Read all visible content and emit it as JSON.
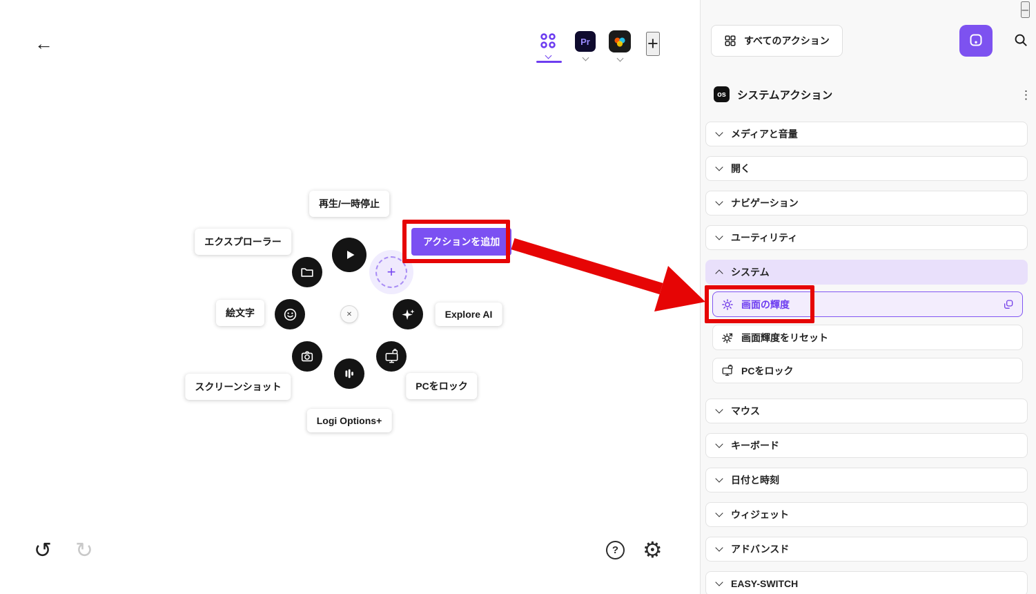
{
  "colors": {
    "accent": "#7646f0",
    "accent_light": "#e9e0fb",
    "annotation_red": "#e60505",
    "ring_circle": "#141414"
  },
  "icons": {
    "back": "←",
    "add_tab": "+",
    "plus_slot": "+",
    "close_center": "✕",
    "undo": "↺",
    "redo": "↻",
    "help": "?",
    "gear": "⚙",
    "kebab": "⋮",
    "minimize": "–"
  },
  "canvas": {
    "tabs": {
      "premiere_label": "Pr"
    },
    "ring": {
      "play_label": "再生/一時停止",
      "explorer_label": "エクスプローラー",
      "emoji_label": "絵文字",
      "screenshot_label": "スクリーンショット",
      "logi_label": "Logi Options+",
      "lock_label": "PCをロック",
      "ai_label": "Explore AI",
      "add_action_label": "アクションを追加"
    }
  },
  "sidebar": {
    "all_actions_label": "すべてのアクション",
    "header": {
      "badge": "os",
      "title": "システムアクション"
    },
    "groups": [
      {
        "label": "メディアと音量"
      },
      {
        "label": "開く"
      },
      {
        "label": "ナビゲーション"
      },
      {
        "label": "ユーティリティ"
      },
      {
        "label": "システム",
        "items": [
          {
            "label": "画面の輝度"
          },
          {
            "label": "画面輝度をリセット"
          },
          {
            "label": "PCをロック"
          }
        ]
      },
      {
        "label": "マウス"
      },
      {
        "label": "キーボード"
      },
      {
        "label": "日付と時刻"
      },
      {
        "label": "ウィジェット"
      },
      {
        "label": "アドバンスド"
      },
      {
        "label": "EASY-SWITCH"
      }
    ]
  }
}
